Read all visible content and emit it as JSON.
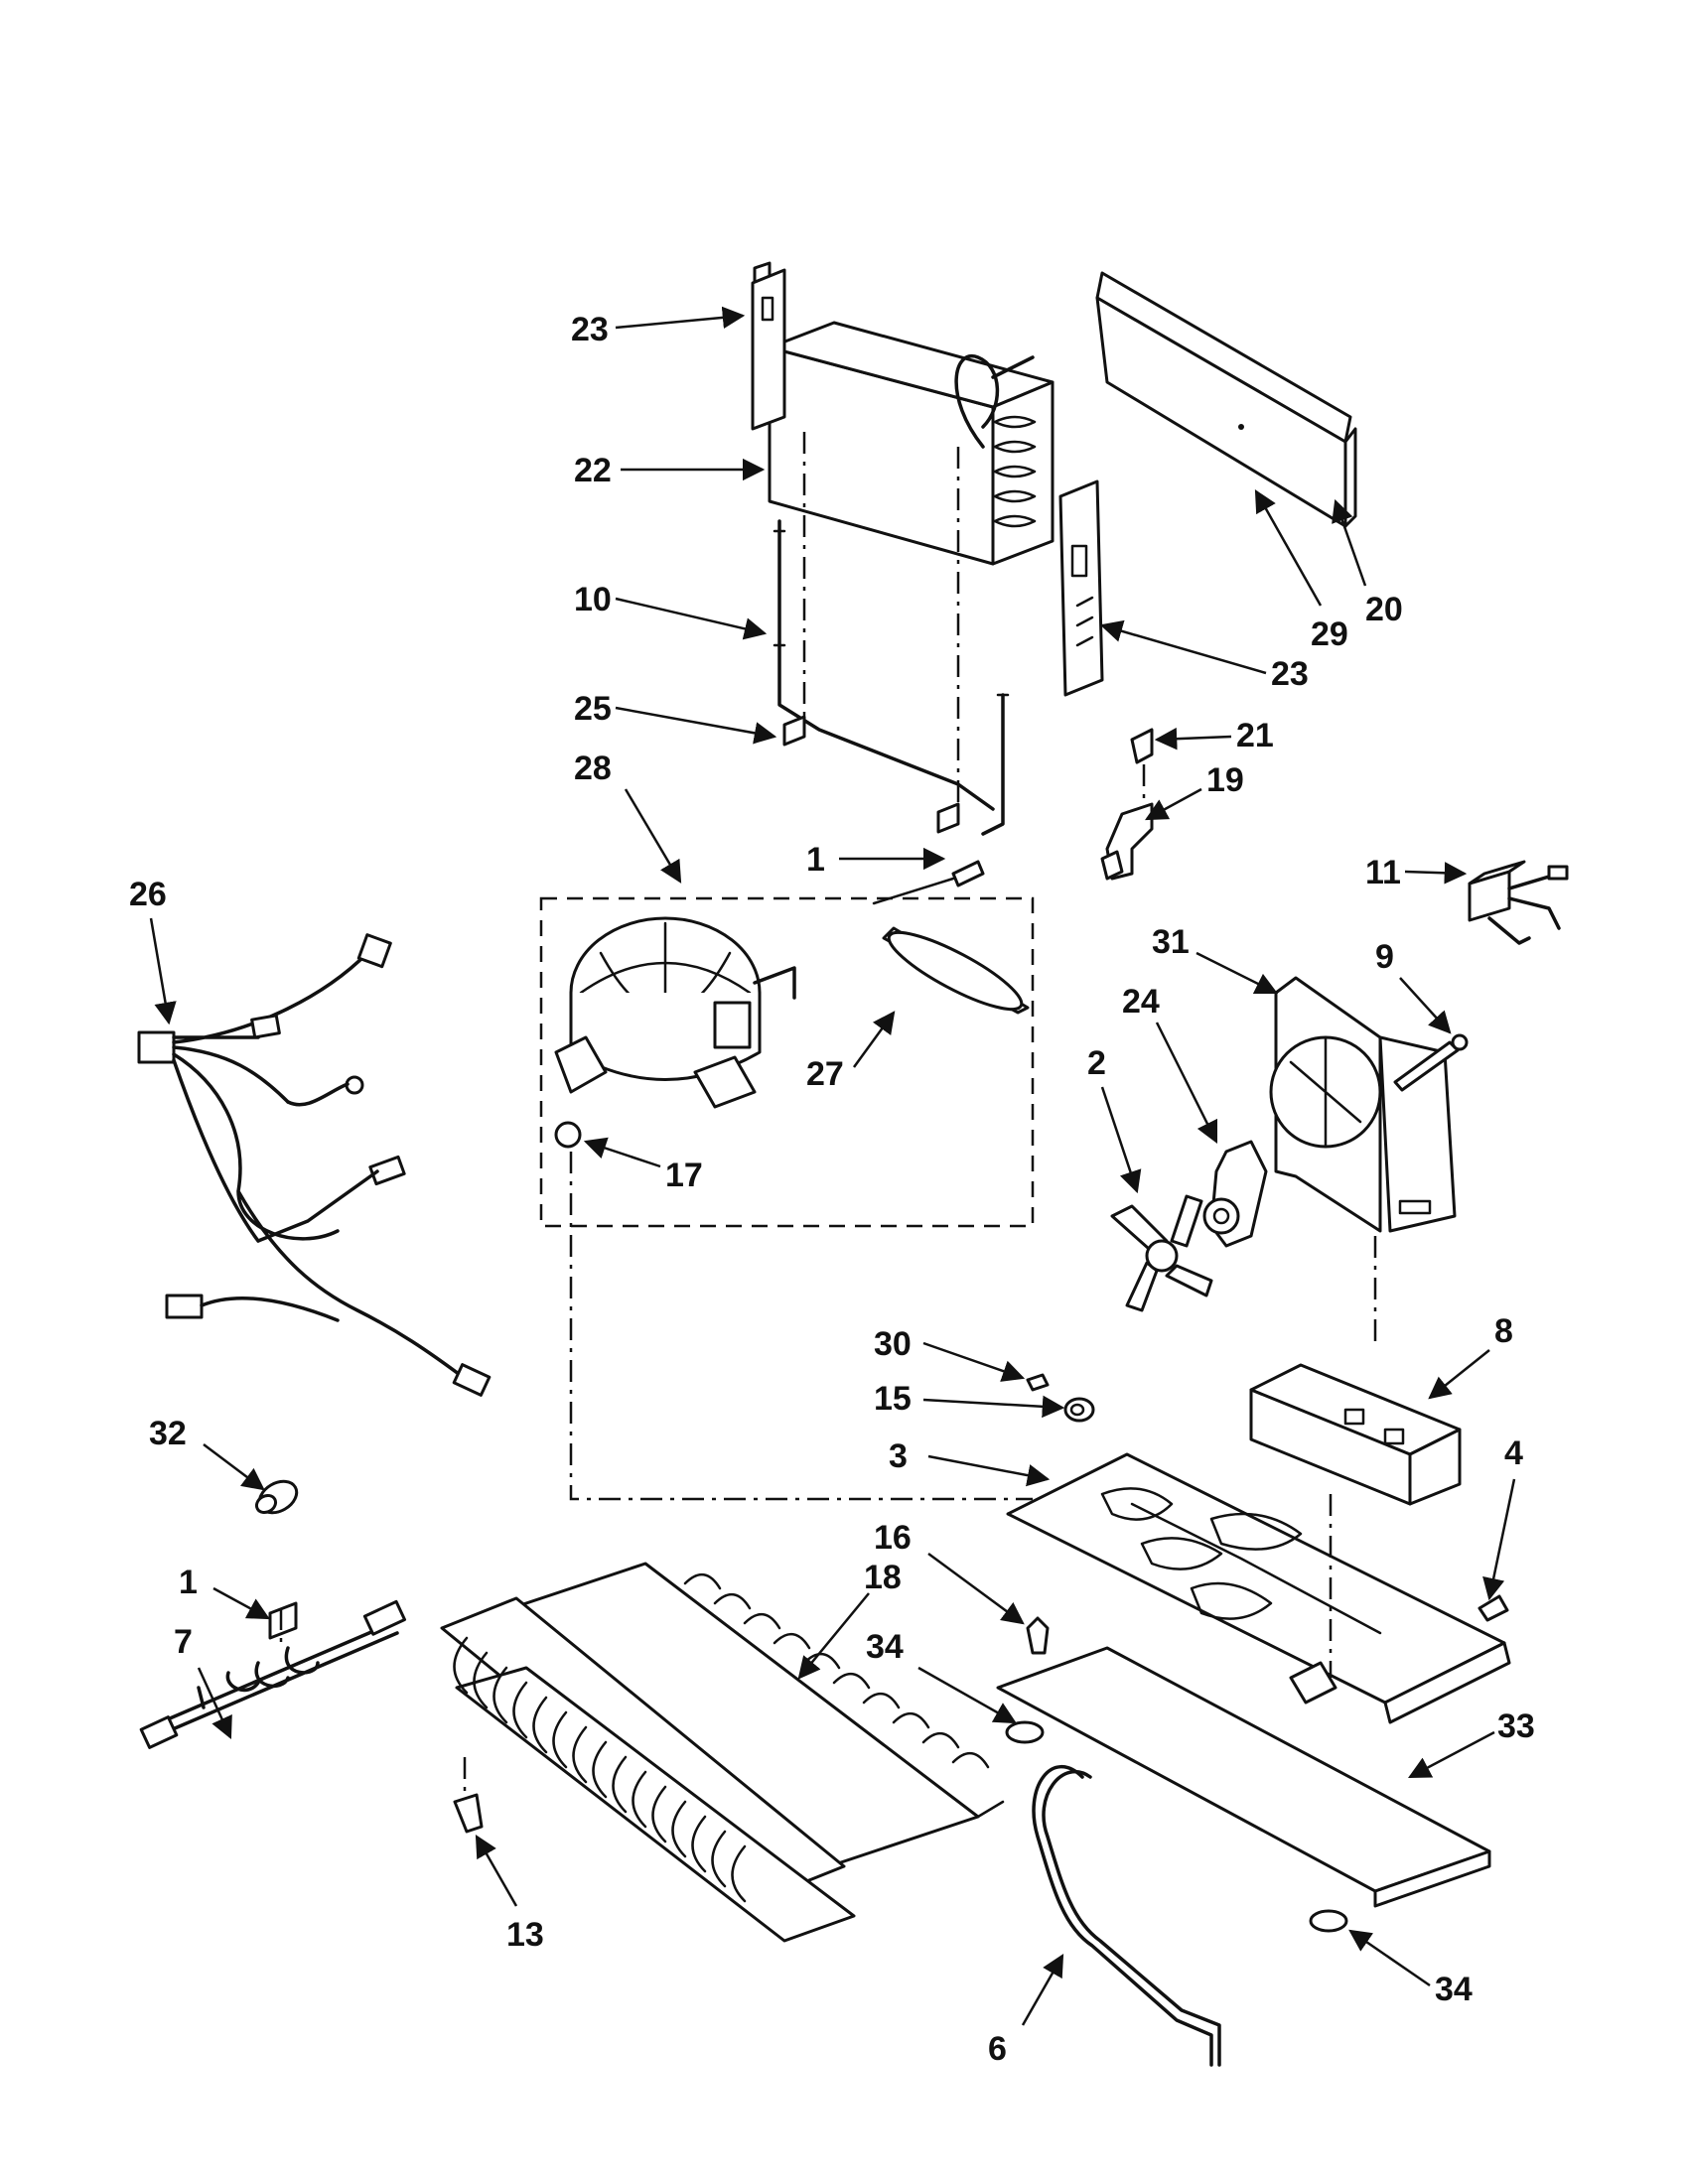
{
  "callouts": {
    "c23a": "23",
    "c22": "22",
    "c10": "10",
    "c25": "25",
    "c28": "28",
    "c1a": "1",
    "c27": "27",
    "c17": "17",
    "c26": "26",
    "c20": "20",
    "c29": "29",
    "c23b": "23",
    "c21": "21",
    "c19": "19",
    "c11": "11",
    "c31": "31",
    "c9": "9",
    "c24": "24",
    "c2": "2",
    "c30": "30",
    "c15": "15",
    "c8": "8",
    "c3": "3",
    "c4": "4",
    "c32": "32",
    "c16": "16",
    "c18": "18",
    "c1b": "1",
    "c7": "7",
    "c34a": "34",
    "c33": "33",
    "c13": "13",
    "c6": "6",
    "c34b": "34"
  }
}
